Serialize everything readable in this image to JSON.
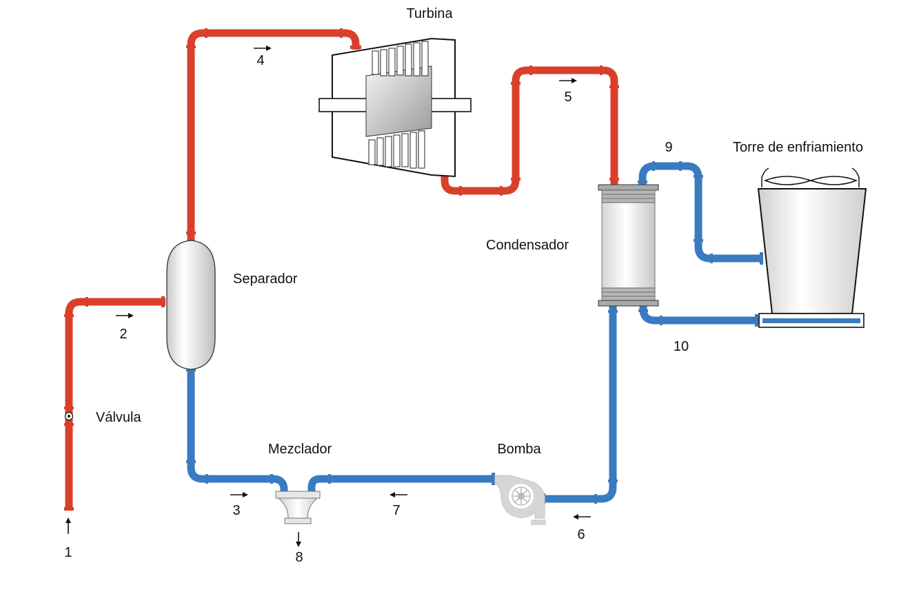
{
  "labels": {
    "turbine": "Turbina",
    "separator": "Separador",
    "valve": "Válvula",
    "mixer": "Mezclador",
    "pump": "Bomba",
    "condenser": "Condensador",
    "cooling_tower": "Torre de enfriamiento"
  },
  "streams": {
    "s1": "1",
    "s2": "2",
    "s3": "3",
    "s4": "4",
    "s5": "5",
    "s6": "6",
    "s7": "7",
    "s8": "8",
    "s9": "9",
    "s10": "10"
  },
  "colors": {
    "hot_pipe": "#d9402b",
    "cold_pipe": "#3a7ac0",
    "equipment_gray": "#cfcfcf"
  }
}
